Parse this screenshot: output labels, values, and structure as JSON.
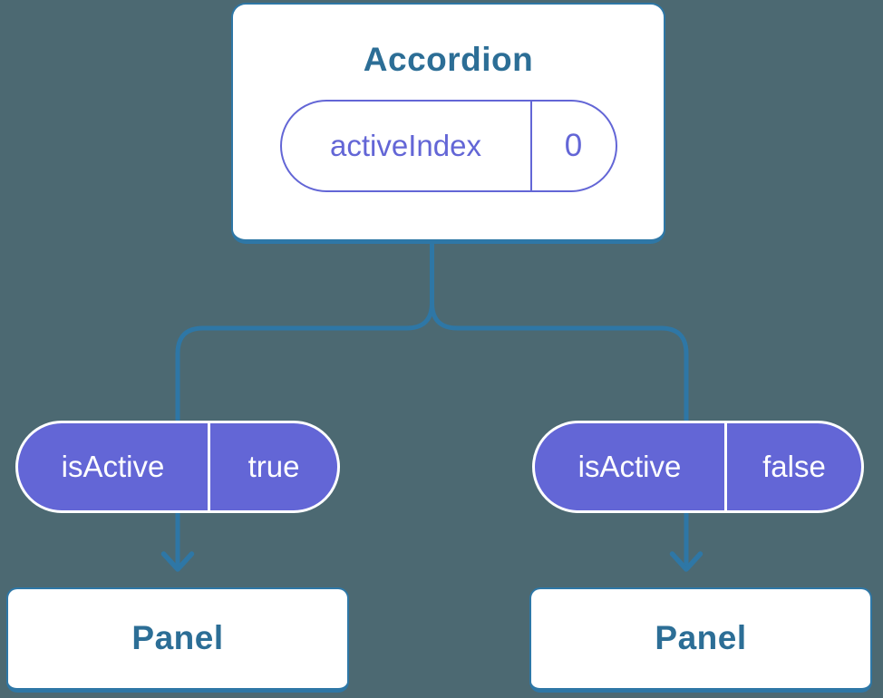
{
  "colors": {
    "background": "#4C6972",
    "connector": "#2E77A6",
    "node_text": "#2C6E96",
    "node_bg": "#FFFFFF",
    "pill_fill": "#6366D6",
    "pill_text": "#FFFFFF"
  },
  "tree": {
    "root": {
      "title": "Accordion",
      "state": {
        "name": "activeIndex",
        "value": "0"
      }
    },
    "children": [
      {
        "prop": {
          "name": "isActive",
          "value": "true"
        },
        "node": {
          "title": "Panel"
        }
      },
      {
        "prop": {
          "name": "isActive",
          "value": "false"
        },
        "node": {
          "title": "Panel"
        }
      }
    ]
  }
}
